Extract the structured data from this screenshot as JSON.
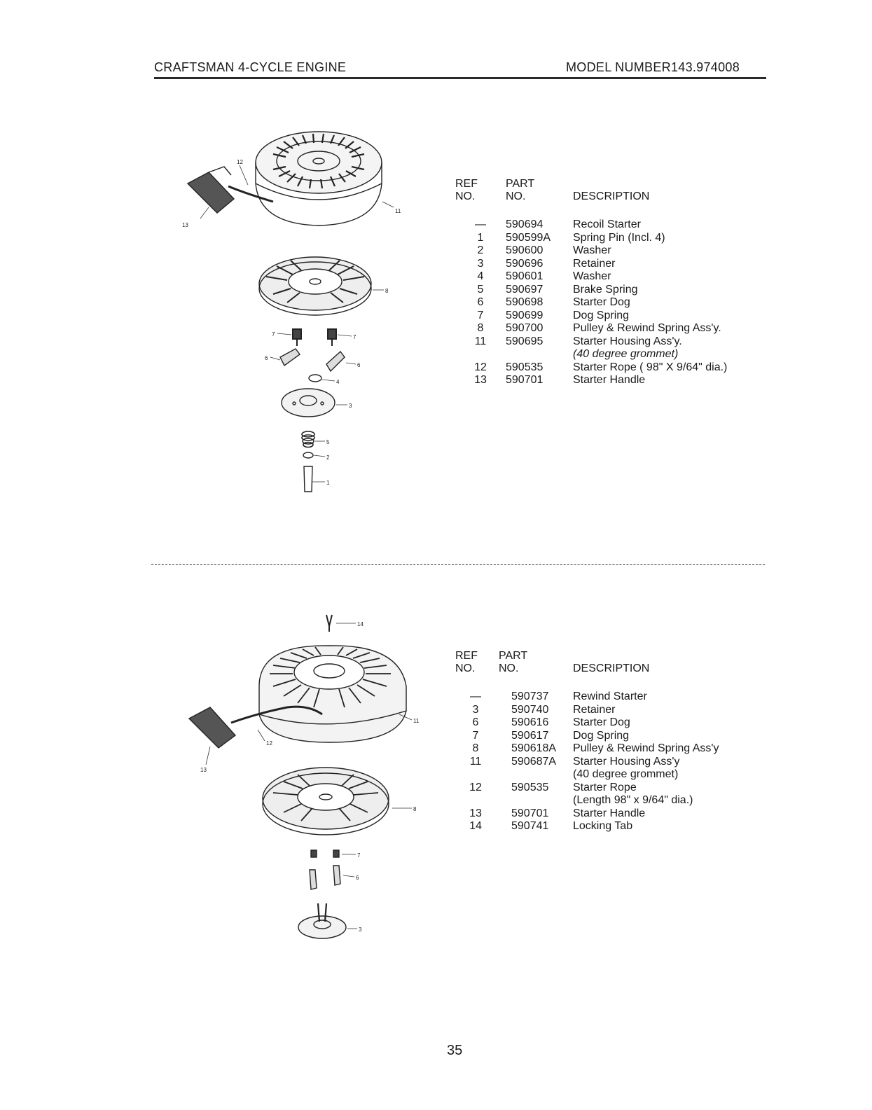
{
  "header": {
    "left": "CRAFTSMAN 4-CYCLE ENGINE",
    "right": "MODEL NUMBER143.974008"
  },
  "table1": {
    "col_ref_1": "REF",
    "col_ref_2": "NO.",
    "col_part_1": "PART",
    "col_part_2": "NO.",
    "col_desc": "DESCRIPTION",
    "rows": [
      {
        "ref": "—",
        "part": "590694",
        "desc": "Recoil Starter"
      },
      {
        "ref": "1",
        "part": "590599A",
        "desc": "Spring Pin (Incl. 4)"
      },
      {
        "ref": "2",
        "part": "590600",
        "desc": "Washer"
      },
      {
        "ref": "3",
        "part": "590696",
        "desc": "Retainer"
      },
      {
        "ref": "4",
        "part": "590601",
        "desc": "Washer"
      },
      {
        "ref": "5",
        "part": "590697",
        "desc": "Brake Spring"
      },
      {
        "ref": "6",
        "part": "590698",
        "desc": "Starter Dog"
      },
      {
        "ref": "7",
        "part": "590699",
        "desc": "Dog Spring"
      },
      {
        "ref": "8",
        "part": "590700",
        "desc": "Pulley & Rewind Spring Ass'y."
      },
      {
        "ref": "11",
        "part": "590695",
        "desc": "Starter Housing Ass'y."
      },
      {
        "ref": "",
        "part": "",
        "desc": "(40 degree grommet)"
      },
      {
        "ref": "12",
        "part": "590535",
        "desc": "Starter Rope ( 98\" X 9/64\" dia.)"
      },
      {
        "ref": "13",
        "part": "590701",
        "desc": "Starter Handle"
      }
    ]
  },
  "table2": {
    "col_ref_1": "REF",
    "col_ref_2": "NO.",
    "col_part_1": "PART",
    "col_part_2": "NO.",
    "col_desc": "DESCRIPTION",
    "rows": [
      {
        "ref": "—",
        "part": "590737",
        "desc": "Rewind Starter"
      },
      {
        "ref": "3",
        "part": "590740",
        "desc": "Retainer"
      },
      {
        "ref": "6",
        "part": "590616",
        "desc": "Starter Dog"
      },
      {
        "ref": "7",
        "part": "590617",
        "desc": "Dog Spring"
      },
      {
        "ref": "8",
        "part": "590618A",
        "desc": "Pulley & Rewind Spring Ass'y"
      },
      {
        "ref": "11",
        "part": "590687A",
        "desc": "Starter Housing Ass'y"
      },
      {
        "ref": "",
        "part": "",
        "desc": "(40 degree grommet)"
      },
      {
        "ref": "12",
        "part": "590535",
        "desc": "Starter Rope"
      },
      {
        "ref": "",
        "part": "",
        "desc": "(Length 98\" x 9/64\" dia.)"
      },
      {
        "ref": "13",
        "part": "590701",
        "desc": "Starter Handle"
      },
      {
        "ref": "14",
        "part": "590741",
        "desc": "Locking Tab"
      }
    ]
  },
  "diagram1_labels": {
    "l12": "12",
    "l13": "13",
    "l11": "11",
    "l8": "8",
    "l7a": "7",
    "l7b": "7",
    "l6a": "6",
    "l6b": "6",
    "l4": "4",
    "l3": "3",
    "l5": "5",
    "l2": "2",
    "l1": "1"
  },
  "diagram2_labels": {
    "l14": "14",
    "l11": "11",
    "l12": "12",
    "l13": "13",
    "l8": "8",
    "l7": "7",
    "l6": "6",
    "l3": "3"
  },
  "page_number": "35"
}
